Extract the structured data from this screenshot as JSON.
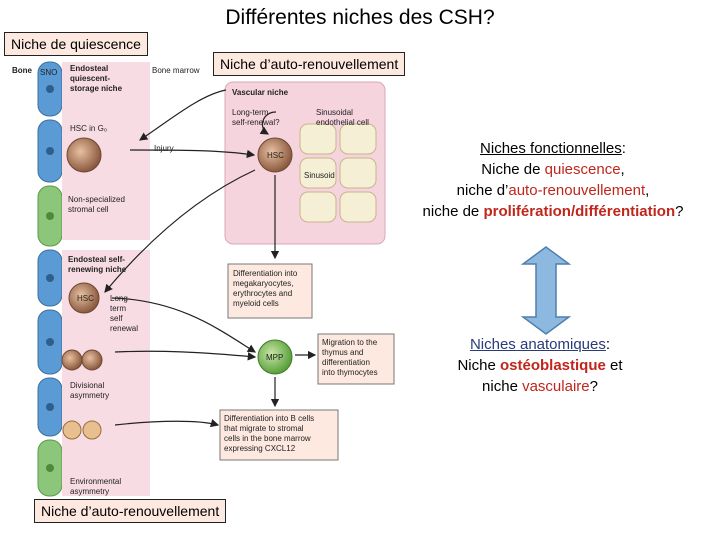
{
  "title": "Différentes niches des CSH?",
  "tags": {
    "quiescence": "Niche de quiescence",
    "self_renewal_top": "Niche d’auto-renouvellement",
    "self_renewal_bottom": "Niche d’auto-renouvellement"
  },
  "figure": {
    "bone": "Bone",
    "bone_marrow": "Bone marrow",
    "sno": "SNO",
    "endosteal_quiescent": [
      "Endosteal",
      "quiescent-",
      "storage niche"
    ],
    "hsc_g0": "HSC in G₀",
    "injury": "Injury",
    "non_specialized": [
      "Non-specialized",
      "stromal cell"
    ],
    "vascular_niche": "Vascular niche",
    "long_term": [
      "Long-term",
      "self-renewal?"
    ],
    "sinusoidal_cell": [
      "Sinusoidal",
      "endothelial cell"
    ],
    "hsc": "HSC",
    "sinusoid": "Sinusoid",
    "endosteal_self": [
      "Endosteal self-",
      "renewing niche"
    ],
    "lt_self_renewal": [
      "Long-",
      "term",
      "self",
      "renewal"
    ],
    "differentiation_myeloid": [
      "Differentiation into",
      "megakaryocytes,",
      "erythrocytes and",
      "myeloid cells"
    ],
    "mpp": "MPP",
    "migration": [
      "Migration to the",
      "thymus and",
      "differentiation",
      "into thymocytes"
    ],
    "divisional": [
      "Divisional",
      "asymmetry"
    ],
    "differentiation_b": [
      "Differentiation into B cells",
      "that migrate to stromal",
      "cells in the bone marrow",
      "expressing CXCL12"
    ],
    "environmental": [
      "Environmental",
      "asymmetry"
    ]
  },
  "functional": {
    "heading": "Niches fonctionnelles",
    "colon": ":",
    "l2a": "Niche de ",
    "l2b": "quiescence",
    "l2c": ",",
    "l3a": "niche d’",
    "l3b": "auto-renouvellement",
    "l3c": ",",
    "l4a": "niche de ",
    "l4b": "prolifération/différentiation",
    "l4c": "?"
  },
  "anatomical": {
    "heading": "Niches anatomiques",
    "colon": ":",
    "l2a": "Niche ",
    "l2b": "ostéoblastique",
    "l2c": " et",
    "l3a": "niche ",
    "l3b": "vasculaire",
    "l3c": "?"
  },
  "colors": {
    "accent_red": "#c0261c",
    "blue": "#2b3a78",
    "arrow": "#7fb0d6",
    "tag_bg": "#fde9e0"
  }
}
